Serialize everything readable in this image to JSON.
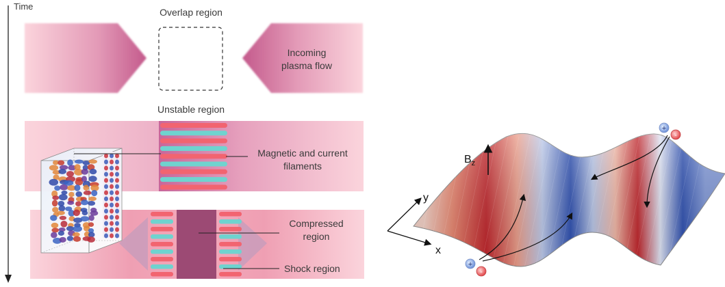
{
  "labels": {
    "time": "Time",
    "overlap_region": "Overlap region",
    "incoming_plasma_flow": "Incoming plasma flow",
    "unstable_region": "Unstable region",
    "magnetic_current_filaments": "Magnetic and current filaments",
    "compressed_region": "Compressed region",
    "shock_region": "Shock region",
    "bz_axis": "B",
    "bz_subscript": "z",
    "y_axis": "y",
    "x_axis": "x",
    "positive_charge": "+",
    "negative_charge": "-"
  },
  "colors": {
    "plasma_dark": "#c45a8c",
    "plasma_light": "#fbd4dc",
    "stripe_red": "#f26470",
    "stripe_teal": "#6fd3cf",
    "compressed": "#9c4a74",
    "field_red": "#c0262c",
    "field_blue": "#2d4fb0"
  }
}
